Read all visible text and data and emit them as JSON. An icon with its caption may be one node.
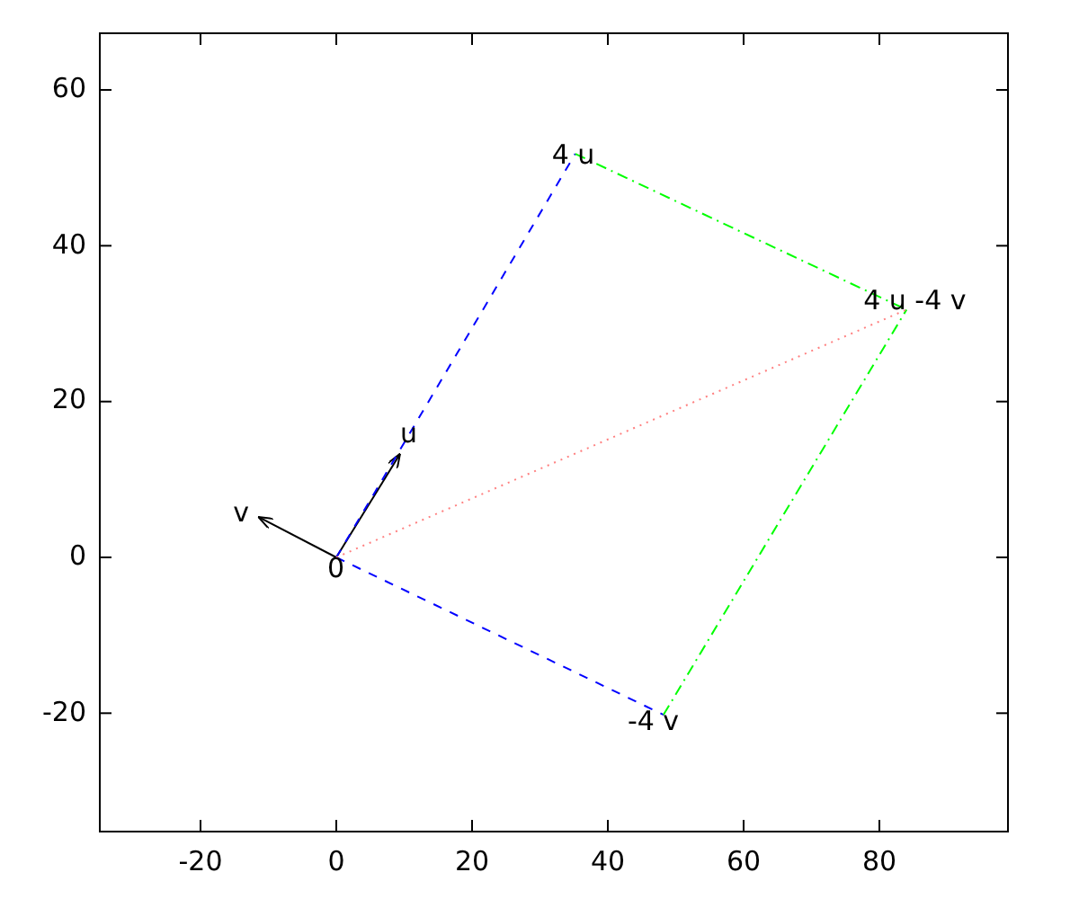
{
  "diagram": {
    "nodes": [
      {
        "text": [
          "0"
        ]
      },
      {
        "text": [
          "u"
        ]
      },
      {
        "text": [
          "v"
        ]
      },
      {
        "text": [
          "4 u"
        ]
      },
      {
        "text": [
          "-4 v"
        ]
      },
      {
        "text": [
          "4 u -4 v"
        ]
      }
    ],
    "edges": [
      {
        "from": 0,
        "to": 1,
        "arrow": "to"
      },
      {
        "from": 0,
        "to": 2,
        "arrow": "to"
      },
      {
        "from": 0,
        "to": 3,
        "arrow": "none",
        "style": "dashed",
        "color": "#0000ff"
      },
      {
        "from": 0,
        "to": 4,
        "arrow": "none",
        "style": "dashed",
        "color": "#0000ff"
      },
      {
        "from": 3,
        "to": 5,
        "arrow": "none",
        "style": "dashed",
        "color": "#00ff00"
      },
      {
        "from": 4,
        "to": 5,
        "arrow": "none",
        "style": "dashed",
        "color": "#00ff00"
      },
      {
        "from": 0,
        "to": 5,
        "arrow": "none",
        "style": "dashed",
        "color": "#ff8080"
      }
    ],
    "labels": [
      "60",
      "40",
      "20",
      "0",
      "-20",
      "-20",
      "0",
      "20",
      "40",
      "60",
      "80"
    ]
  }
}
